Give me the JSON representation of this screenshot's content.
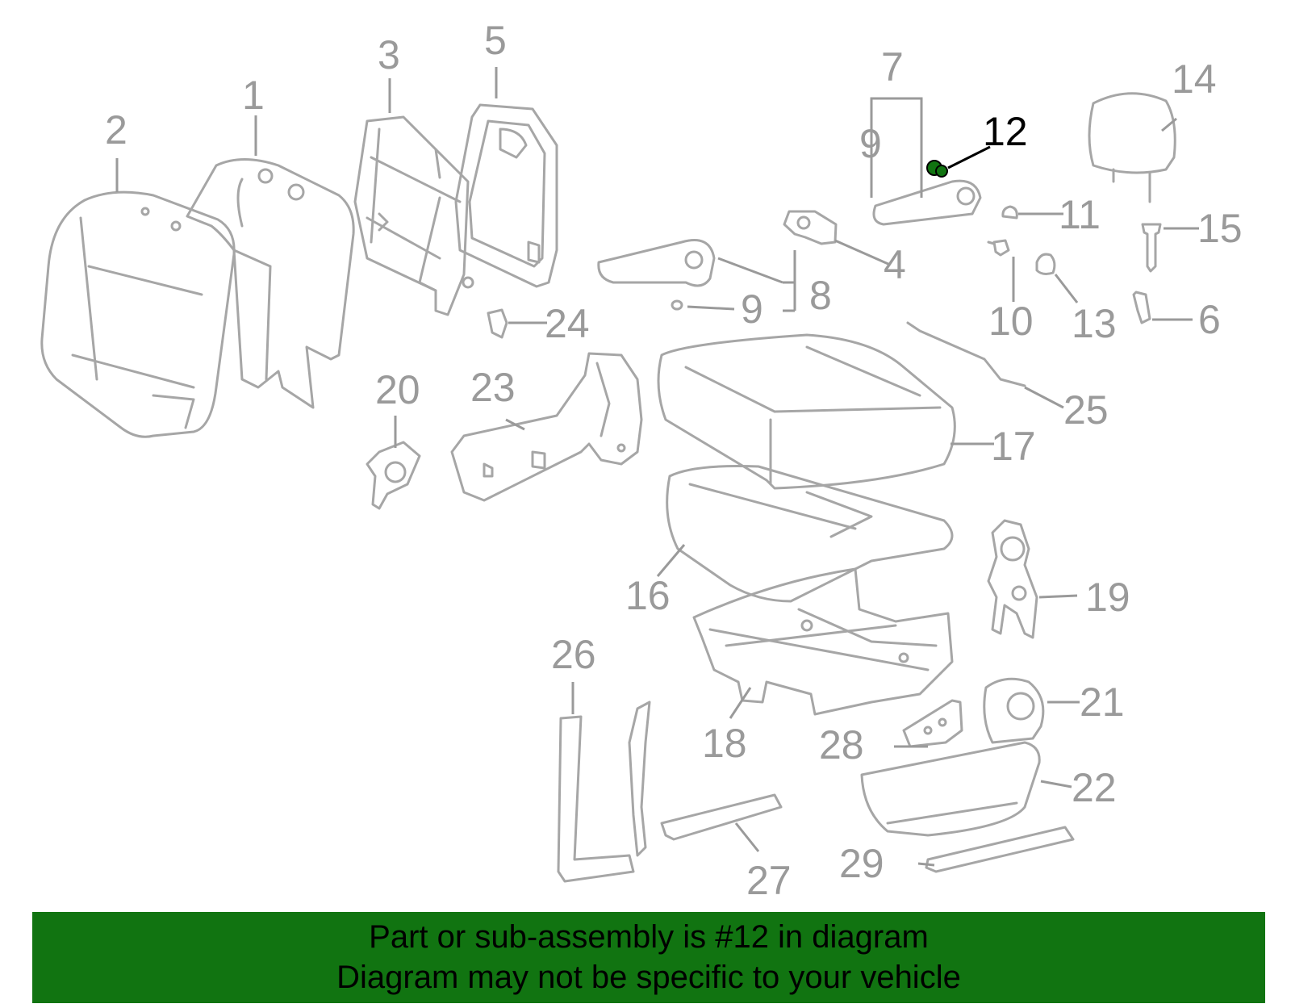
{
  "diagram": {
    "highlight_color": "#117411",
    "highlight_part": "12",
    "callouts": [
      {
        "id": "c1",
        "label": "1"
      },
      {
        "id": "c2",
        "label": "2"
      },
      {
        "id": "c3",
        "label": "3"
      },
      {
        "id": "c4",
        "label": "4"
      },
      {
        "id": "c5",
        "label": "5"
      },
      {
        "id": "c6",
        "label": "6"
      },
      {
        "id": "c7",
        "label": "7"
      },
      {
        "id": "c8",
        "label": "8"
      },
      {
        "id": "c9a",
        "label": "9"
      },
      {
        "id": "c9b",
        "label": "9"
      },
      {
        "id": "c10",
        "label": "10"
      },
      {
        "id": "c11",
        "label": "11"
      },
      {
        "id": "c12",
        "label": "12"
      },
      {
        "id": "c13",
        "label": "13"
      },
      {
        "id": "c14",
        "label": "14"
      },
      {
        "id": "c15",
        "label": "15"
      },
      {
        "id": "c16",
        "label": "16"
      },
      {
        "id": "c17",
        "label": "17"
      },
      {
        "id": "c18",
        "label": "18"
      },
      {
        "id": "c19",
        "label": "19"
      },
      {
        "id": "c20",
        "label": "20"
      },
      {
        "id": "c21",
        "label": "21"
      },
      {
        "id": "c22",
        "label": "22"
      },
      {
        "id": "c23",
        "label": "23"
      },
      {
        "id": "c24",
        "label": "24"
      },
      {
        "id": "c25",
        "label": "25"
      },
      {
        "id": "c26",
        "label": "26"
      },
      {
        "id": "c27",
        "label": "27"
      },
      {
        "id": "c28",
        "label": "28"
      },
      {
        "id": "c29",
        "label": "29"
      }
    ]
  },
  "banner": {
    "line1": "Part or sub-assembly is #12 in diagram",
    "line2": "Diagram may not be specific to your vehicle",
    "background": "#117411"
  }
}
